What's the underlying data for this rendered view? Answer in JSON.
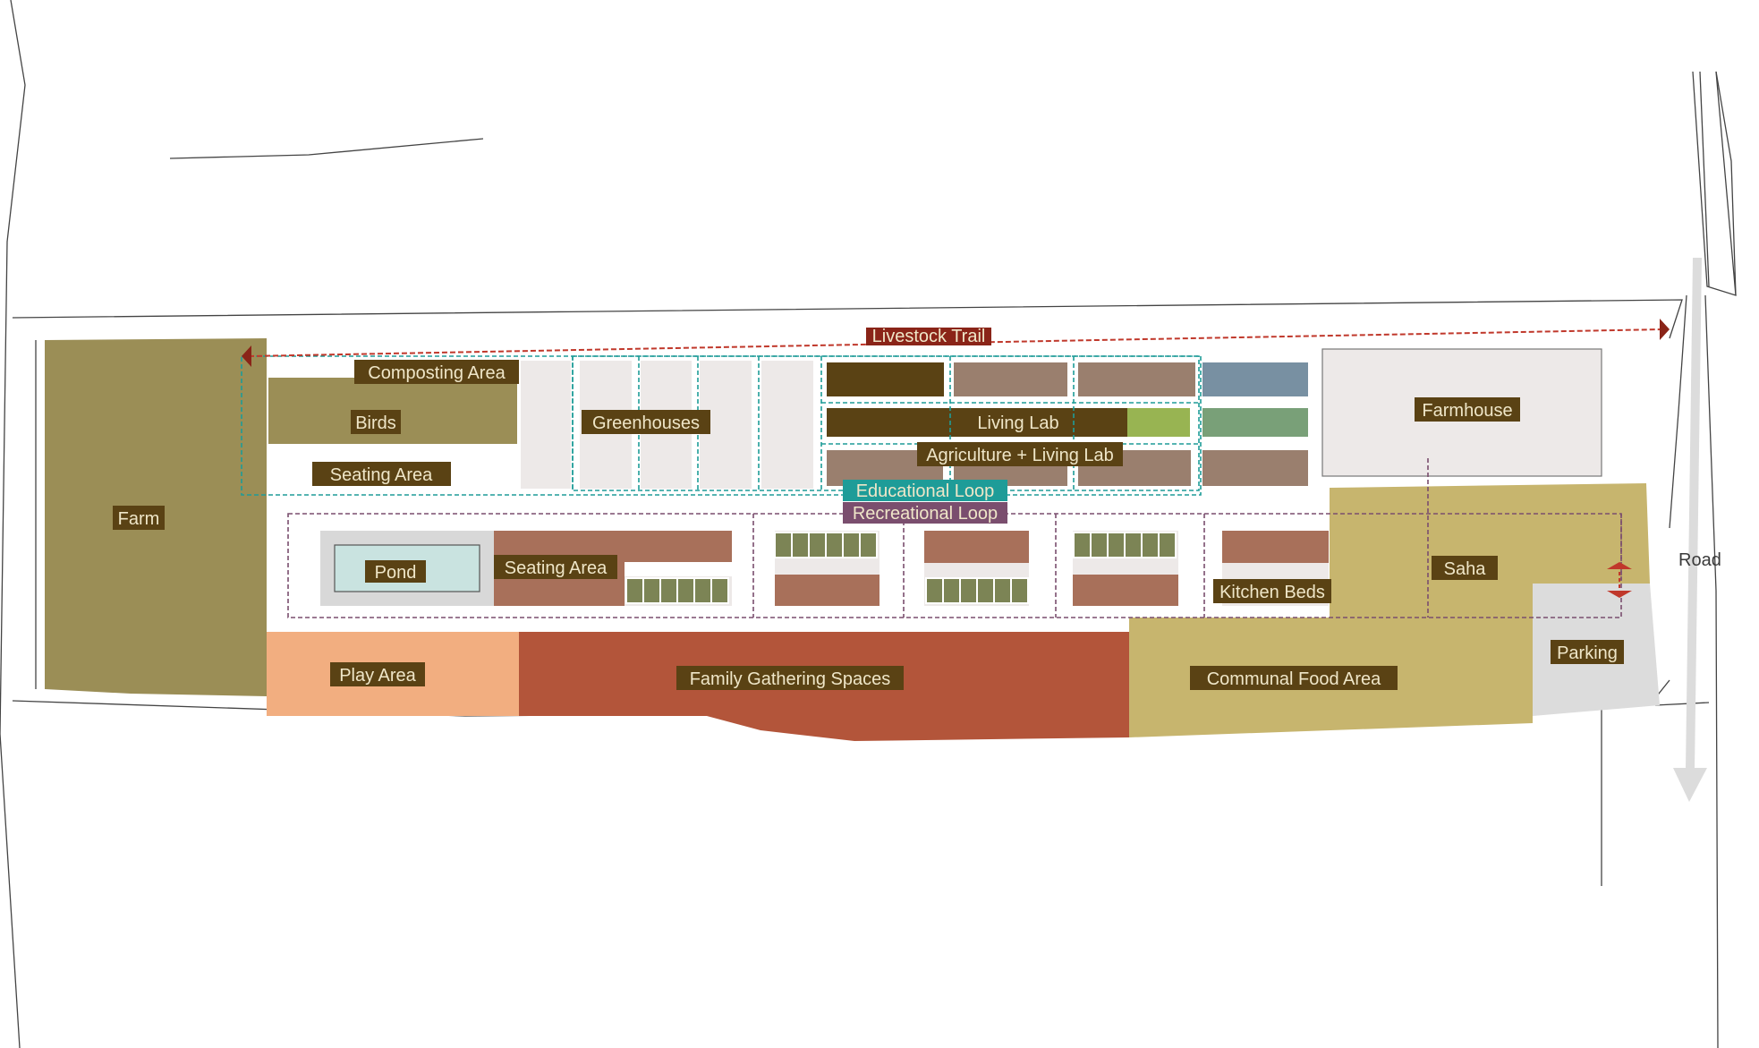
{
  "labels": {
    "livestock_trail": "Livestock Trail",
    "composting_area": "Composting Area",
    "birds": "Birds",
    "seating_area_top": "Seating Area",
    "greenhouses": "Greenhouses",
    "living_lab": "Living Lab",
    "agri_living_lab": "Agriculture + Living Lab",
    "educational_loop": "Educational Loop",
    "recreational_loop": "Recreational Loop",
    "farm": "Farm",
    "pond": "Pond",
    "seating_area_mid": "Seating Area",
    "kitchen_beds": "Kitchen Beds",
    "farmhouse": "Farmhouse",
    "saha": "Saha",
    "road": "Road",
    "parking": "Parking",
    "play_area": "Play Area",
    "family_gathering": "Family Gathering Spaces",
    "communal_food": "Communal Food Area"
  },
  "colors": {
    "label_bg": "#5a4214",
    "label_text": "#efe6c8",
    "farm": "#9b8e56",
    "birds": "#9b8e56",
    "greenhouse": "#ede9e8",
    "living_lab": "#5a4214",
    "lab_plot": "#9a7f6e",
    "lab_blue": "#7890a2",
    "lab_green": "#79a078",
    "lab_lime": "#98b452",
    "seating_beds": "#a8705a",
    "kitchen_box": "#7c8455",
    "pond_outer": "#d8d8d8",
    "pond": "#c9e3e0",
    "farmhouse": "#ede9e8",
    "saha": "#c7b56e",
    "parking": "#dcdcdc",
    "play_area": "#f2ae80",
    "family_gathering": "#b3553a",
    "communal_food": "#c7b56e",
    "livestock_trail": "#c0382b",
    "educational_loop": "#1e9c98",
    "recreational_loop": "#7a4e6e",
    "road_arrow": "#dcdcdc"
  }
}
